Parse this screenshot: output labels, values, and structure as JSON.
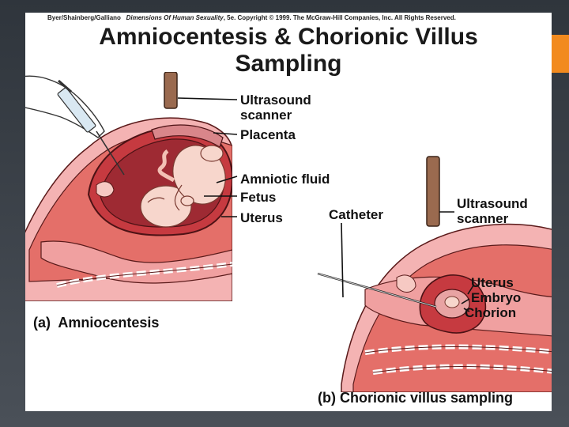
{
  "header": {
    "copyright_authors": "Byer/Shainberg/Galliano",
    "copyright_book": "Dimensions Of Human Sexuality",
    "copyright_rest": ", 5e. Copyright © 1999. The McGraw-Hill Companies, Inc. All Rights Reserved.",
    "title_line1": "Amniocentesis & Chorionic Villus",
    "title_line2": "Sampling"
  },
  "figure_a": {
    "labels": {
      "ultrasound_scanner_line1": "Ultrasound",
      "ultrasound_scanner_line2": "scanner",
      "placenta": "Placenta",
      "amniotic_fluid": "Amniotic fluid",
      "fetus": "Fetus",
      "uterus": "Uterus"
    },
    "caption_letter": "(a)",
    "caption_text": "Amniocentesis"
  },
  "figure_b": {
    "labels": {
      "catheter": "Catheter",
      "ultrasound_scanner_line1": "Ultrasound",
      "ultrasound_scanner_line2": "scanner",
      "uterus": "Uterus",
      "embryo": "Embryo",
      "chorion": "Chorion"
    },
    "caption_letter": "(b)",
    "caption_text": "Chorionic villus sampling"
  },
  "colors": {
    "accent": "#f28a1e",
    "tissue_pink": "#f0a0a0",
    "tissue_red": "#e0645f",
    "dark_red": "#7a1e22",
    "amniotic": "#b8323a",
    "skin": "#f7d6cc",
    "scanner": "#9a6a4f"
  }
}
